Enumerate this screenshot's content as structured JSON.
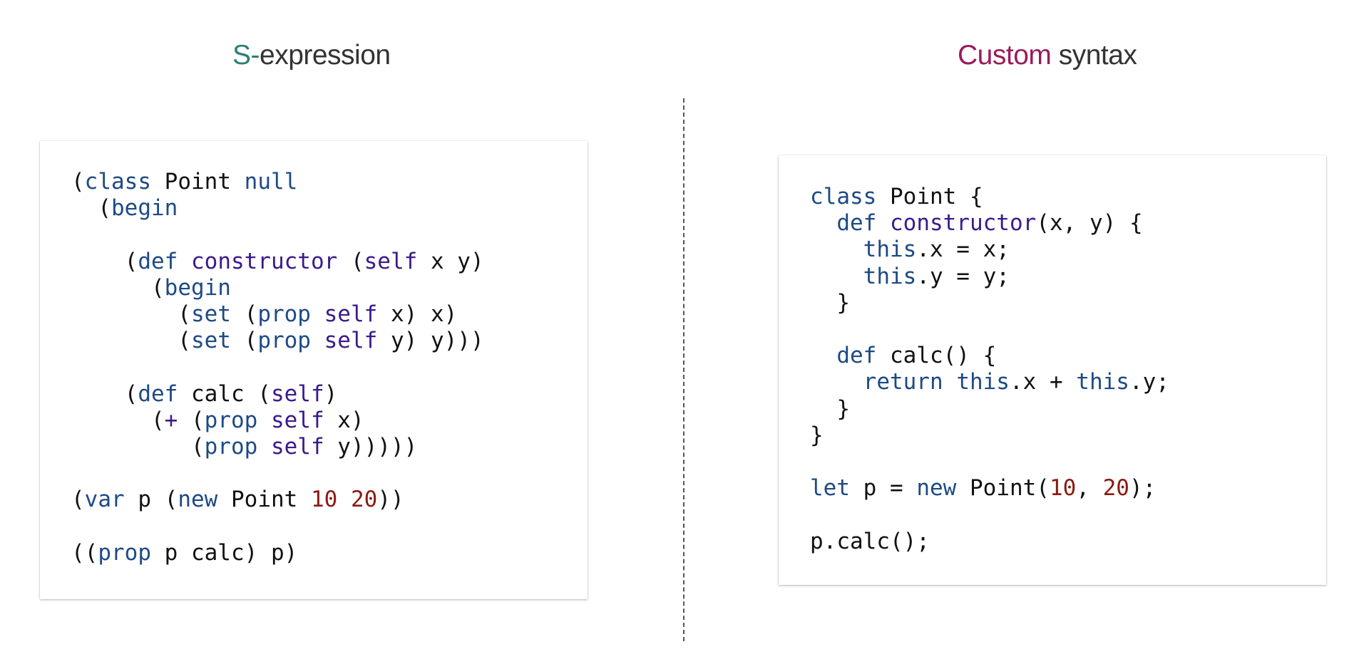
{
  "left_panel": {
    "heading_accent": "S-",
    "heading_rest": "expression",
    "code": [
      [
        [
          "t",
          "("
        ],
        [
          "k",
          "class"
        ],
        [
          "t",
          " Point "
        ],
        [
          "k",
          "null"
        ]
      ],
      [
        [
          "t",
          "  ("
        ],
        [
          "k",
          "begin"
        ]
      ],
      [],
      [
        [
          "t",
          "    ("
        ],
        [
          "k",
          "def"
        ],
        [
          "t",
          " "
        ],
        [
          "p",
          "constructor"
        ],
        [
          "t",
          " ("
        ],
        [
          "p",
          "self"
        ],
        [
          "t",
          " x y)"
        ]
      ],
      [
        [
          "t",
          "      ("
        ],
        [
          "k",
          "begin"
        ]
      ],
      [
        [
          "t",
          "        ("
        ],
        [
          "k",
          "set"
        ],
        [
          "t",
          " ("
        ],
        [
          "k",
          "prop"
        ],
        [
          "t",
          " "
        ],
        [
          "p",
          "self"
        ],
        [
          "t",
          " x) x)"
        ]
      ],
      [
        [
          "t",
          "        ("
        ],
        [
          "k",
          "set"
        ],
        [
          "t",
          " ("
        ],
        [
          "k",
          "prop"
        ],
        [
          "t",
          " "
        ],
        [
          "p",
          "self"
        ],
        [
          "t",
          " y) y)))"
        ]
      ],
      [],
      [
        [
          "t",
          "    ("
        ],
        [
          "k",
          "def"
        ],
        [
          "t",
          " calc ("
        ],
        [
          "p",
          "self"
        ],
        [
          "t",
          ")"
        ]
      ],
      [
        [
          "t",
          "      ("
        ],
        [
          "p",
          "+"
        ],
        [
          "t",
          " ("
        ],
        [
          "k",
          "prop"
        ],
        [
          "t",
          " "
        ],
        [
          "p",
          "self"
        ],
        [
          "t",
          " x)"
        ]
      ],
      [
        [
          "t",
          "         ("
        ],
        [
          "k",
          "prop"
        ],
        [
          "t",
          " "
        ],
        [
          "p",
          "self"
        ],
        [
          "t",
          " y)))))"
        ]
      ],
      [],
      [
        [
          "t",
          "("
        ],
        [
          "k",
          "var"
        ],
        [
          "t",
          " p ("
        ],
        [
          "k",
          "new"
        ],
        [
          "t",
          " Point "
        ],
        [
          "n",
          "10"
        ],
        [
          "t",
          " "
        ],
        [
          "n",
          "20"
        ],
        [
          "t",
          "))"
        ]
      ],
      [],
      [
        [
          "t",
          "(("
        ],
        [
          "k",
          "prop"
        ],
        [
          "t",
          " p calc) p)"
        ]
      ]
    ]
  },
  "right_panel": {
    "heading_accent": "Custom",
    "heading_rest": " syntax",
    "code": [
      [
        [
          "k",
          "class"
        ],
        [
          "t",
          " Point {"
        ]
      ],
      [
        [
          "t",
          "  "
        ],
        [
          "k",
          "def"
        ],
        [
          "t",
          " "
        ],
        [
          "p",
          "constructor"
        ],
        [
          "t",
          "(x, y) {"
        ]
      ],
      [
        [
          "t",
          "    "
        ],
        [
          "k",
          "this"
        ],
        [
          "t",
          ".x = x;"
        ]
      ],
      [
        [
          "t",
          "    "
        ],
        [
          "k",
          "this"
        ],
        [
          "t",
          ".y = y;"
        ]
      ],
      [
        [
          "t",
          "  }"
        ]
      ],
      [],
      [
        [
          "t",
          "  "
        ],
        [
          "k",
          "def"
        ],
        [
          "t",
          " calc() {"
        ]
      ],
      [
        [
          "t",
          "    "
        ],
        [
          "k",
          "return"
        ],
        [
          "t",
          " "
        ],
        [
          "k",
          "this"
        ],
        [
          "t",
          ".x + "
        ],
        [
          "k",
          "this"
        ],
        [
          "t",
          ".y;"
        ]
      ],
      [
        [
          "t",
          "  }"
        ]
      ],
      [
        [
          "t",
          "}"
        ]
      ],
      [],
      [
        [
          "k",
          "let"
        ],
        [
          "t",
          " p = "
        ],
        [
          "k",
          "new"
        ],
        [
          "t",
          " Point("
        ],
        [
          "n",
          "10"
        ],
        [
          "t",
          ", "
        ],
        [
          "n",
          "20"
        ],
        [
          "t",
          ");"
        ]
      ],
      [],
      [
        [
          "t",
          "p.calc();"
        ]
      ]
    ]
  },
  "colors": {
    "teal_accent": "#2b7f78",
    "plum_accent": "#9a1b5c",
    "keyword": "#1d4a85",
    "identifier_purple": "#3b1a8a",
    "number": "#8c1a12"
  }
}
